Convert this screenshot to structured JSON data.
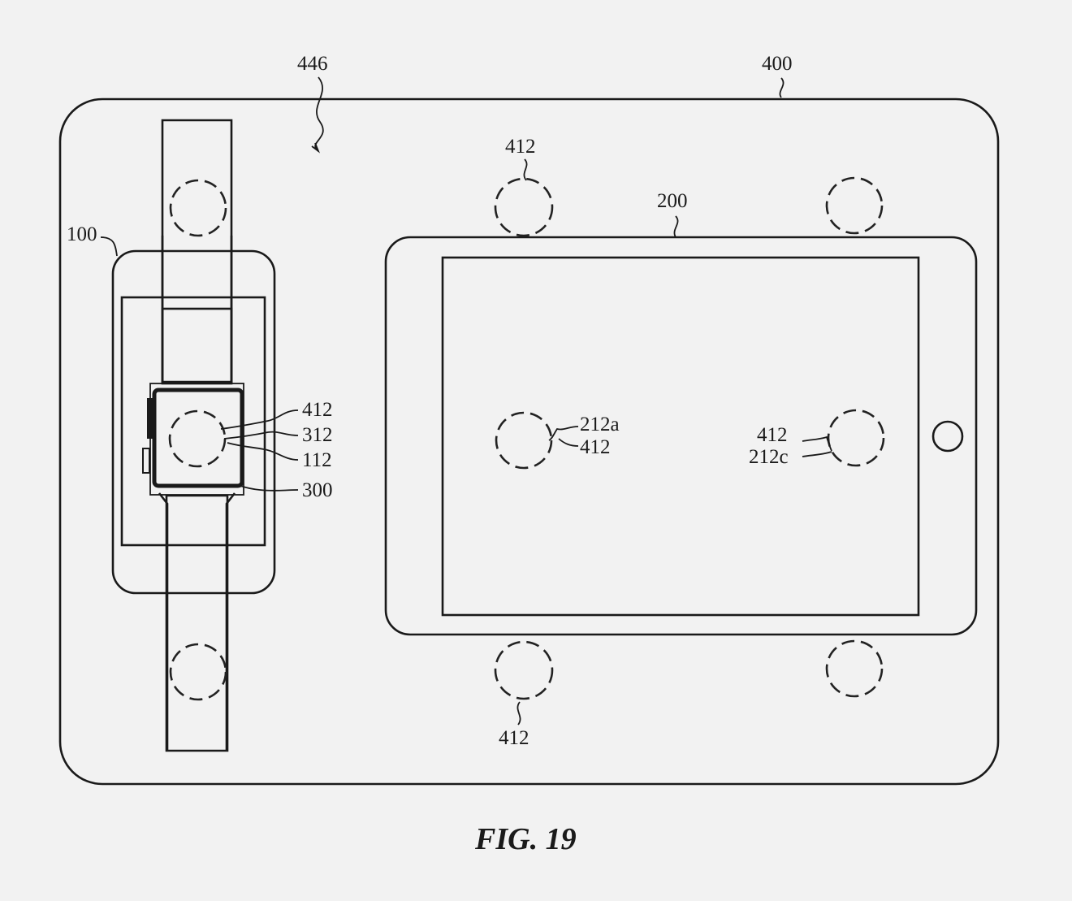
{
  "figure": {
    "caption": "FIG. 19",
    "labels": {
      "ref_446": "446",
      "ref_400": "400",
      "ref_412_top": "412",
      "ref_200": "200",
      "ref_100": "100",
      "ref_412_watch": "412",
      "ref_312": "312",
      "ref_112": "112",
      "ref_300": "300",
      "ref_212a": "212a",
      "ref_412_left": "412",
      "ref_412_right": "412",
      "ref_212c": "212c",
      "ref_412_bottom": "412"
    }
  }
}
